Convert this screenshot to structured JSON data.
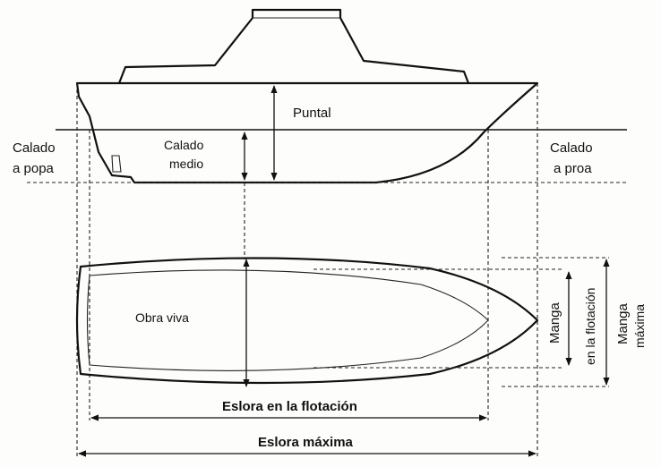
{
  "labels": {
    "puntal": "Puntal",
    "calado_medio": [
      "Calado",
      "medio"
    ],
    "calado_popa": [
      "Calado",
      "a popa"
    ],
    "calado_proa": [
      "Calado",
      "a proa"
    ],
    "obra_viva": "Obra viva",
    "manga_flotacion": [
      "Manga",
      "en la flotación"
    ],
    "manga_maxima": [
      "Manga",
      "máxima"
    ],
    "eslora_flotacion": "Eslora en la flotación",
    "eslora_maxima": "Eslora máxima"
  }
}
